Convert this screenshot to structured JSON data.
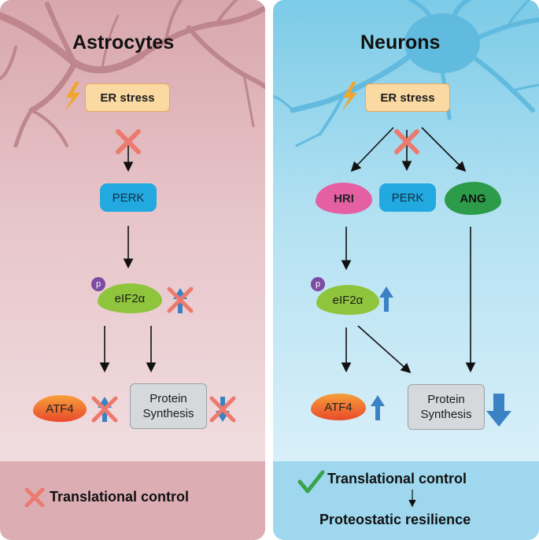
{
  "astrocytes": {
    "title": "Astrocytes",
    "er_stress": "ER stress",
    "perk": "PERK",
    "p_label": "p",
    "eif2a": "eIF2α",
    "atf4": "ATF4",
    "protein_line1": "Protein",
    "protein_line2": "Synthesis",
    "footer": "Translational control"
  },
  "neurons": {
    "title": "Neurons",
    "er_stress": "ER stress",
    "hri": "HRI",
    "perk": "PERK",
    "ang": "ANG",
    "p_label": "p",
    "eif2a": "eIF2α",
    "atf4": "ATF4",
    "protein_line1": "Protein",
    "protein_line2": "Synthesis",
    "footer_line1": "Translational control",
    "footer_line2": "Proteostatic resilience"
  },
  "colors": {
    "astro_bg": "#d8a7ad",
    "neuro_bg": "#7ccbe7",
    "x_mark": "#ec7a6e",
    "up_arrow": "#3b82c4",
    "check": "#3aa24a",
    "bolt": "#f0a62c"
  }
}
